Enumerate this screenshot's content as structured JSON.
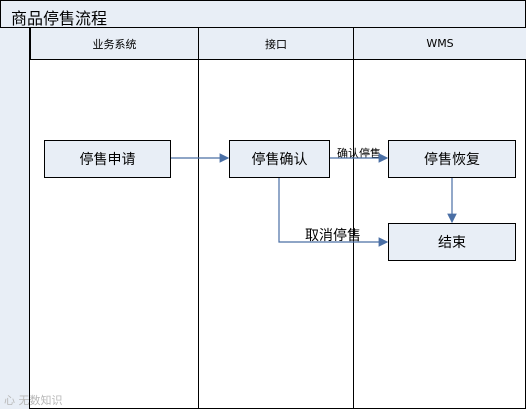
{
  "title": "商品停售流程",
  "lanes": [
    "业务系统",
    "接口",
    "WMS"
  ],
  "nodes": {
    "stop_request": "停售申请",
    "stop_confirm": "停售确认",
    "stop_restore": "停售恢复",
    "end": "结束"
  },
  "edges": {
    "confirm_label": "确认停售",
    "cancel_label": "取消停售"
  },
  "colors": {
    "arrow": "#4a6fa5",
    "header_bg": "#e8eef6",
    "box_bg": "#e8eef6"
  },
  "watermark": "心 无数知识"
}
